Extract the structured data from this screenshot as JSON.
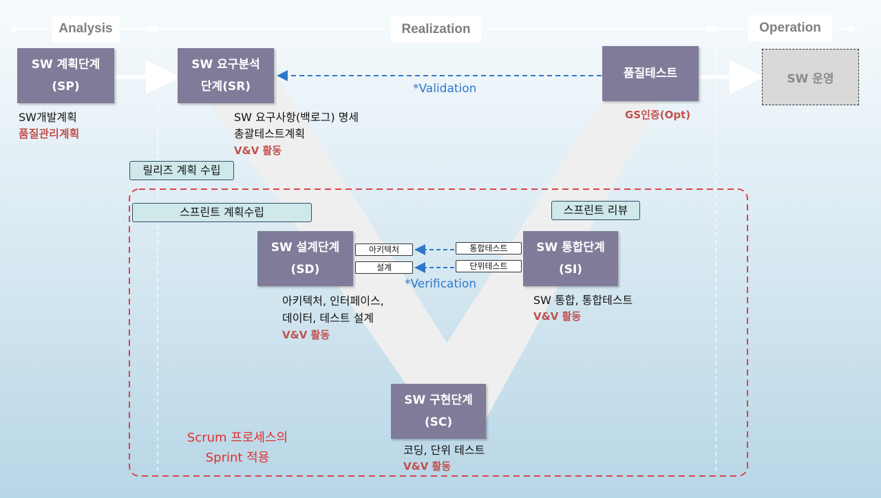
{
  "phases": {
    "analysis": "Analysis",
    "realization": "Realization",
    "operation": "Operation"
  },
  "boxes": {
    "sp": {
      "line1": "SW 계획단계",
      "line2": "(SP)"
    },
    "sr": {
      "line1": "SW 요구분석",
      "line2": "단계(SR)"
    },
    "qt": {
      "line1": "품질테스트"
    },
    "op": {
      "line1": "SW 운영"
    },
    "sd": {
      "line1": "SW 설계단계",
      "line2": "(SD)"
    },
    "si": {
      "line1": "SW 통합단계",
      "line2": "(SI)"
    },
    "sc": {
      "line1": "SW 구현단계",
      "line2": "(SC)"
    }
  },
  "notes": {
    "sp_1": "SW개발계획",
    "sp_2": "품질관리계획",
    "sr_1": "SW 요구사항(백로그) 명세",
    "sr_2": "총괄테스트계획",
    "sr_3": "V&V 활동",
    "gs": "GS인증(Opt)",
    "sd_1": "아키텍처, 인터페이스,",
    "sd_2": "데이터, 테스트 설계",
    "sd_3": "V&V 활동",
    "si_1": "SW 통합, 통합테스트",
    "si_2": "V&V 활동",
    "sc_1": "코딩, 단위 테스트",
    "sc_2": "V&V 활동"
  },
  "labels": {
    "release_plan": "릴리즈 계획 수립",
    "sprint_plan": "스프린트 계획수립",
    "sprint_review": "스프린트 리뷰",
    "validation": "*Validation",
    "verification": "*Verification",
    "architecture": "아키텍처",
    "design": "설계",
    "integration_test": "통합테스트",
    "unit_test": "단위테스트",
    "scrum_1": "Scrum 프로세스의",
    "scrum_2": "Sprint 적용"
  }
}
